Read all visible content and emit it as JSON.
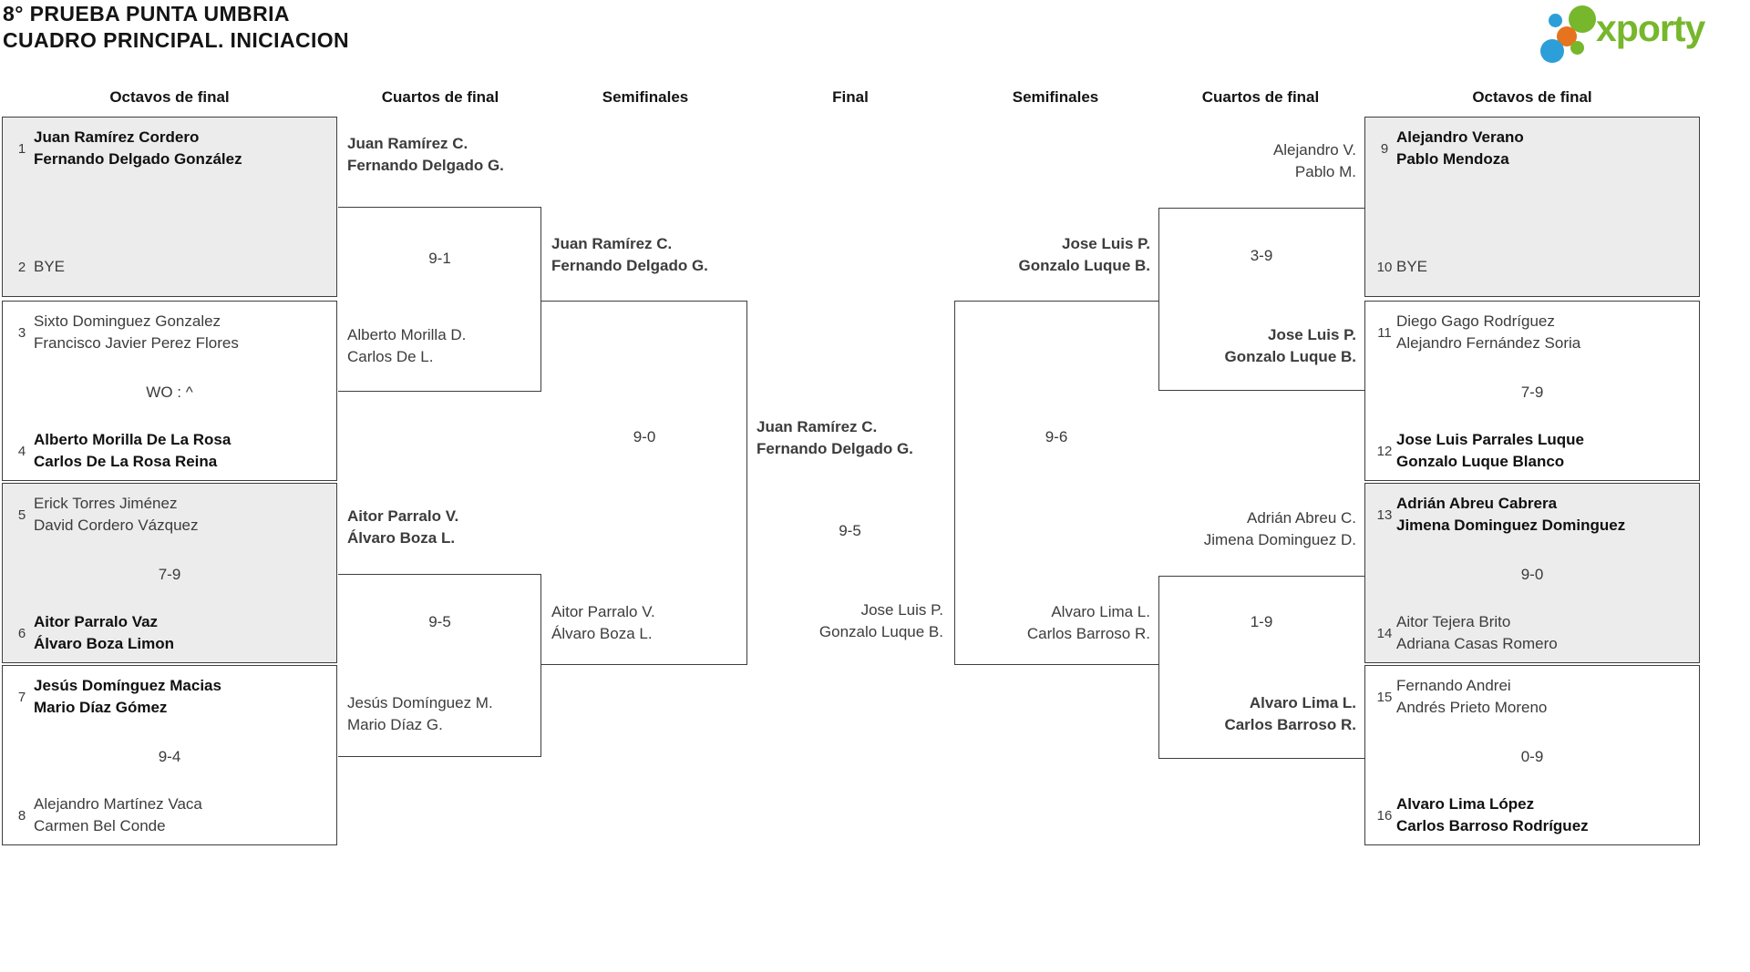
{
  "title": {
    "line1": "8° PRUEBA PUNTA UMBRIA",
    "line2": "CUADRO PRINCIPAL. INICIACION"
  },
  "logo": {
    "text": "xporty",
    "green": "#76b72c",
    "blue": "#2c9fd9",
    "orange": "#e6731d"
  },
  "round_headers": [
    "Octavos de final",
    "Cuartos de final",
    "Semifinales",
    "Final",
    "Semifinales",
    "Cuartos de final",
    "Octavos de final"
  ],
  "octavos": [
    {
      "seed_top": "1",
      "top": [
        "Juan Ramírez Cordero",
        "Fernando Delgado González"
      ],
      "score": "",
      "seed_bottom": "2",
      "bottom": [
        "BYE",
        ""
      ]
    },
    {
      "seed_top": "3",
      "top": [
        "Sixto Dominguez Gonzalez",
        "Francisco Javier Perez Flores"
      ],
      "score": "WO : ^",
      "seed_bottom": "4",
      "bottom": [
        "Alberto Morilla De La Rosa",
        "Carlos De La Rosa Reina"
      ]
    },
    {
      "seed_top": "5",
      "top": [
        "Erick Torres Jiménez",
        "David Cordero Vázquez"
      ],
      "score": "7-9",
      "seed_bottom": "6",
      "bottom": [
        "Aitor Parralo Vaz",
        "Álvaro Boza Limon"
      ]
    },
    {
      "seed_top": "7",
      "top": [
        "Jesús Domínguez Macias",
        "Mario Díaz Gómez"
      ],
      "score": "9-4",
      "seed_bottom": "8",
      "bottom": [
        "Alejandro Martínez Vaca",
        "Carmen Bel Conde"
      ]
    },
    {
      "seed_top": "9",
      "top": [
        "Alejandro Verano",
        "Pablo Mendoza"
      ],
      "score": "",
      "seed_bottom": "10",
      "bottom": [
        "BYE",
        ""
      ]
    },
    {
      "seed_top": "11",
      "top": [
        "Diego Gago Rodríguez",
        "Alejandro Fernández Soria"
      ],
      "score": "7-9",
      "seed_bottom": "12",
      "bottom": [
        "Jose Luis Parrales Luque",
        "Gonzalo Luque Blanco"
      ]
    },
    {
      "seed_top": "13",
      "top": [
        "Adrián Abreu Cabrera",
        "Jimena Dominguez Dominguez"
      ],
      "score": "9-0",
      "seed_bottom": "14",
      "bottom": [
        "Aitor Tejera Brito",
        "Adriana Casas Romero"
      ]
    },
    {
      "seed_top": "15",
      "top": [
        "Fernando Andrei",
        "Andrés Prieto Moreno"
      ],
      "score": "0-9",
      "seed_bottom": "16",
      "bottom": [
        "Alvaro Lima López",
        "Carlos Barroso Rodríguez"
      ]
    }
  ],
  "matches": {
    "qf_left_1": {
      "top": [
        "Juan Ramírez C.",
        "Fernando Delgado G."
      ],
      "score": "9-1",
      "bottom": [
        "Alberto Morilla D.",
        "Carlos De L."
      ]
    },
    "qf_left_2": {
      "top": [
        "Aitor Parralo V.",
        "Álvaro Boza L."
      ],
      "score": "9-5",
      "bottom": [
        "Jesús Domínguez M.",
        "Mario Díaz G."
      ]
    },
    "sf_left": {
      "top": [
        "Juan Ramírez C.",
        "Fernando Delgado G."
      ],
      "score": "9-0",
      "bottom": [
        "Aitor Parralo V.",
        "Álvaro Boza L."
      ]
    },
    "final": {
      "top": [
        "Juan Ramírez C.",
        "Fernando Delgado G."
      ],
      "score": "9-5",
      "bottom": [
        "Jose Luis P.",
        "Gonzalo Luque B."
      ]
    },
    "sf_right": {
      "top": [
        "Jose Luis P.",
        "Gonzalo Luque B."
      ],
      "score": "9-6",
      "bottom": [
        "Alvaro Lima L.",
        "Carlos Barroso R."
      ]
    },
    "qf_right_1": {
      "top": [
        "Alejandro V.",
        "Pablo M."
      ],
      "score": "3-9",
      "bottom": [
        "Jose Luis P.",
        "Gonzalo Luque B."
      ]
    },
    "qf_right_2": {
      "top": [
        "Adrián Abreu C.",
        "Jimena Dominguez D."
      ],
      "score": "1-9",
      "bottom": [
        "Alvaro Lima L.",
        "Carlos Barroso R."
      ]
    }
  }
}
